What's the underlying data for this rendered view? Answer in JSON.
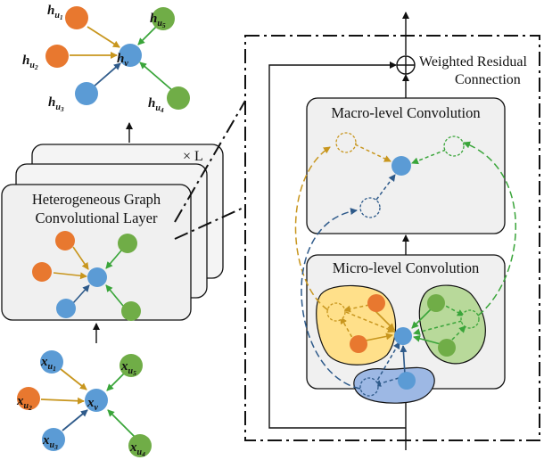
{
  "colors": {
    "orange": "#e8782f",
    "green": "#70ad47",
    "blue": "#5b9bd5",
    "arrow_orange": "#c8961e",
    "arrow_green": "#3aa53a",
    "arrow_blue": "#2e5a8a",
    "panel_fill": "#f0f0f0",
    "yellow_group": "#ffe08a",
    "green_group": "#b8d99a",
    "blue_group": "#9db8e4"
  },
  "top_graph": {
    "center": {
      "main": "h",
      "sub": "v"
    },
    "neighbors": [
      {
        "main": "h",
        "sub": "u",
        "subsub": "1"
      },
      {
        "main": "h",
        "sub": "u",
        "subsub": "2"
      },
      {
        "main": "h",
        "sub": "u",
        "subsub": "3"
      },
      {
        "main": "h",
        "sub": "u",
        "subsub": "4"
      },
      {
        "main": "h",
        "sub": "u",
        "subsub": "5"
      }
    ]
  },
  "bottom_graph": {
    "center": {
      "main": "x",
      "sub": "v"
    },
    "neighbors": [
      {
        "main": "x",
        "sub": "u",
        "subsub": "1"
      },
      {
        "main": "x",
        "sub": "u",
        "subsub": "2"
      },
      {
        "main": "x",
        "sub": "u",
        "subsub": "3"
      },
      {
        "main": "x",
        "sub": "u",
        "subsub": "4"
      },
      {
        "main": "x",
        "sub": "u",
        "subsub": "5"
      }
    ]
  },
  "layer": {
    "repeat_label": "× L",
    "title_line1": "Heterogeneous Graph",
    "title_line2": "Convolutional Layer"
  },
  "detail": {
    "residual_line1": "Weighted Residual",
    "residual_line2": "Connection",
    "macro_title": "Macro-level Convolution",
    "micro_title": "Micro-level Convolution"
  }
}
